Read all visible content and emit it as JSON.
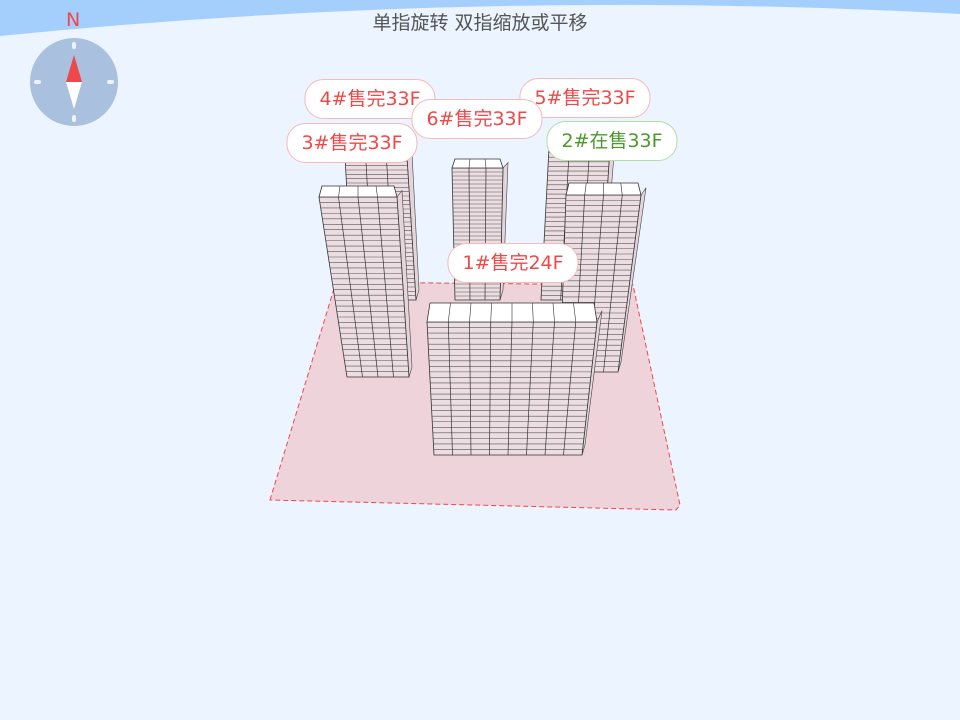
{
  "header": {
    "hint": "单指旋转 双指缩放或平移"
  },
  "compass": {
    "north_label": "N"
  },
  "buildings": [
    {
      "label": "4#售完33F",
      "status": "sold-out",
      "floors": 33
    },
    {
      "label": "6#售完33F",
      "status": "sold-out",
      "floors": 33
    },
    {
      "label": "5#售完33F",
      "status": "sold-out",
      "floors": 33
    },
    {
      "label": "3#售完33F",
      "status": "sold-out",
      "floors": 33
    },
    {
      "label": "2#在售33F",
      "status": "on-sale",
      "floors": 33
    },
    {
      "label": "1#售完24F",
      "status": "sold-out",
      "floors": 24
    }
  ],
  "colors": {
    "sold_out": "#f04848",
    "on_sale": "#4a9a2a",
    "ground": "#efd3da",
    "sky": "#a4cffc",
    "background": "#ebf4ff",
    "compass": "#a9c0de"
  }
}
